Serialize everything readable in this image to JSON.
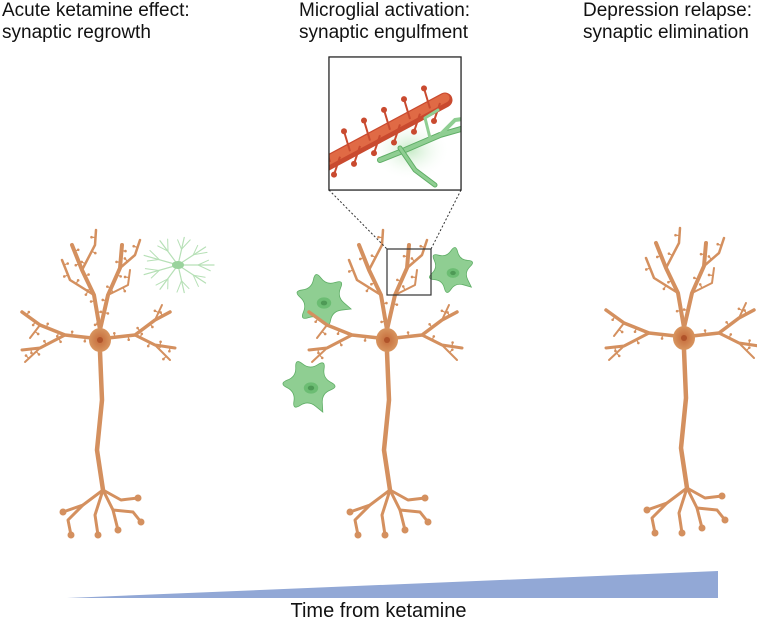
{
  "panels": [
    {
      "title_line1": "Acute ketamine effect:",
      "title_line2": "synaptic regrowth"
    },
    {
      "title_line1": "Microglial activation:",
      "title_line2": "synaptic engulfment"
    },
    {
      "title_line1": "Depression relapse:",
      "title_line2": "synaptic elimination"
    }
  ],
  "timeline": {
    "label": "Time from ketamine"
  },
  "colors": {
    "neuron": "#d4905f",
    "neuron_dark": "#b8703e",
    "microglia": "#8fce92",
    "microglia_dark": "#5fae66",
    "resting_microglia": "#b6e0b6",
    "inset_dendrite": "#e06a45",
    "inset_spine": "#c94a2f",
    "timeline": "#92a8d6"
  },
  "icons": {
    "neuron": "neuron-icon",
    "microglia": "microglia-icon",
    "zoom_inset": "magnified-synapse-icon"
  }
}
